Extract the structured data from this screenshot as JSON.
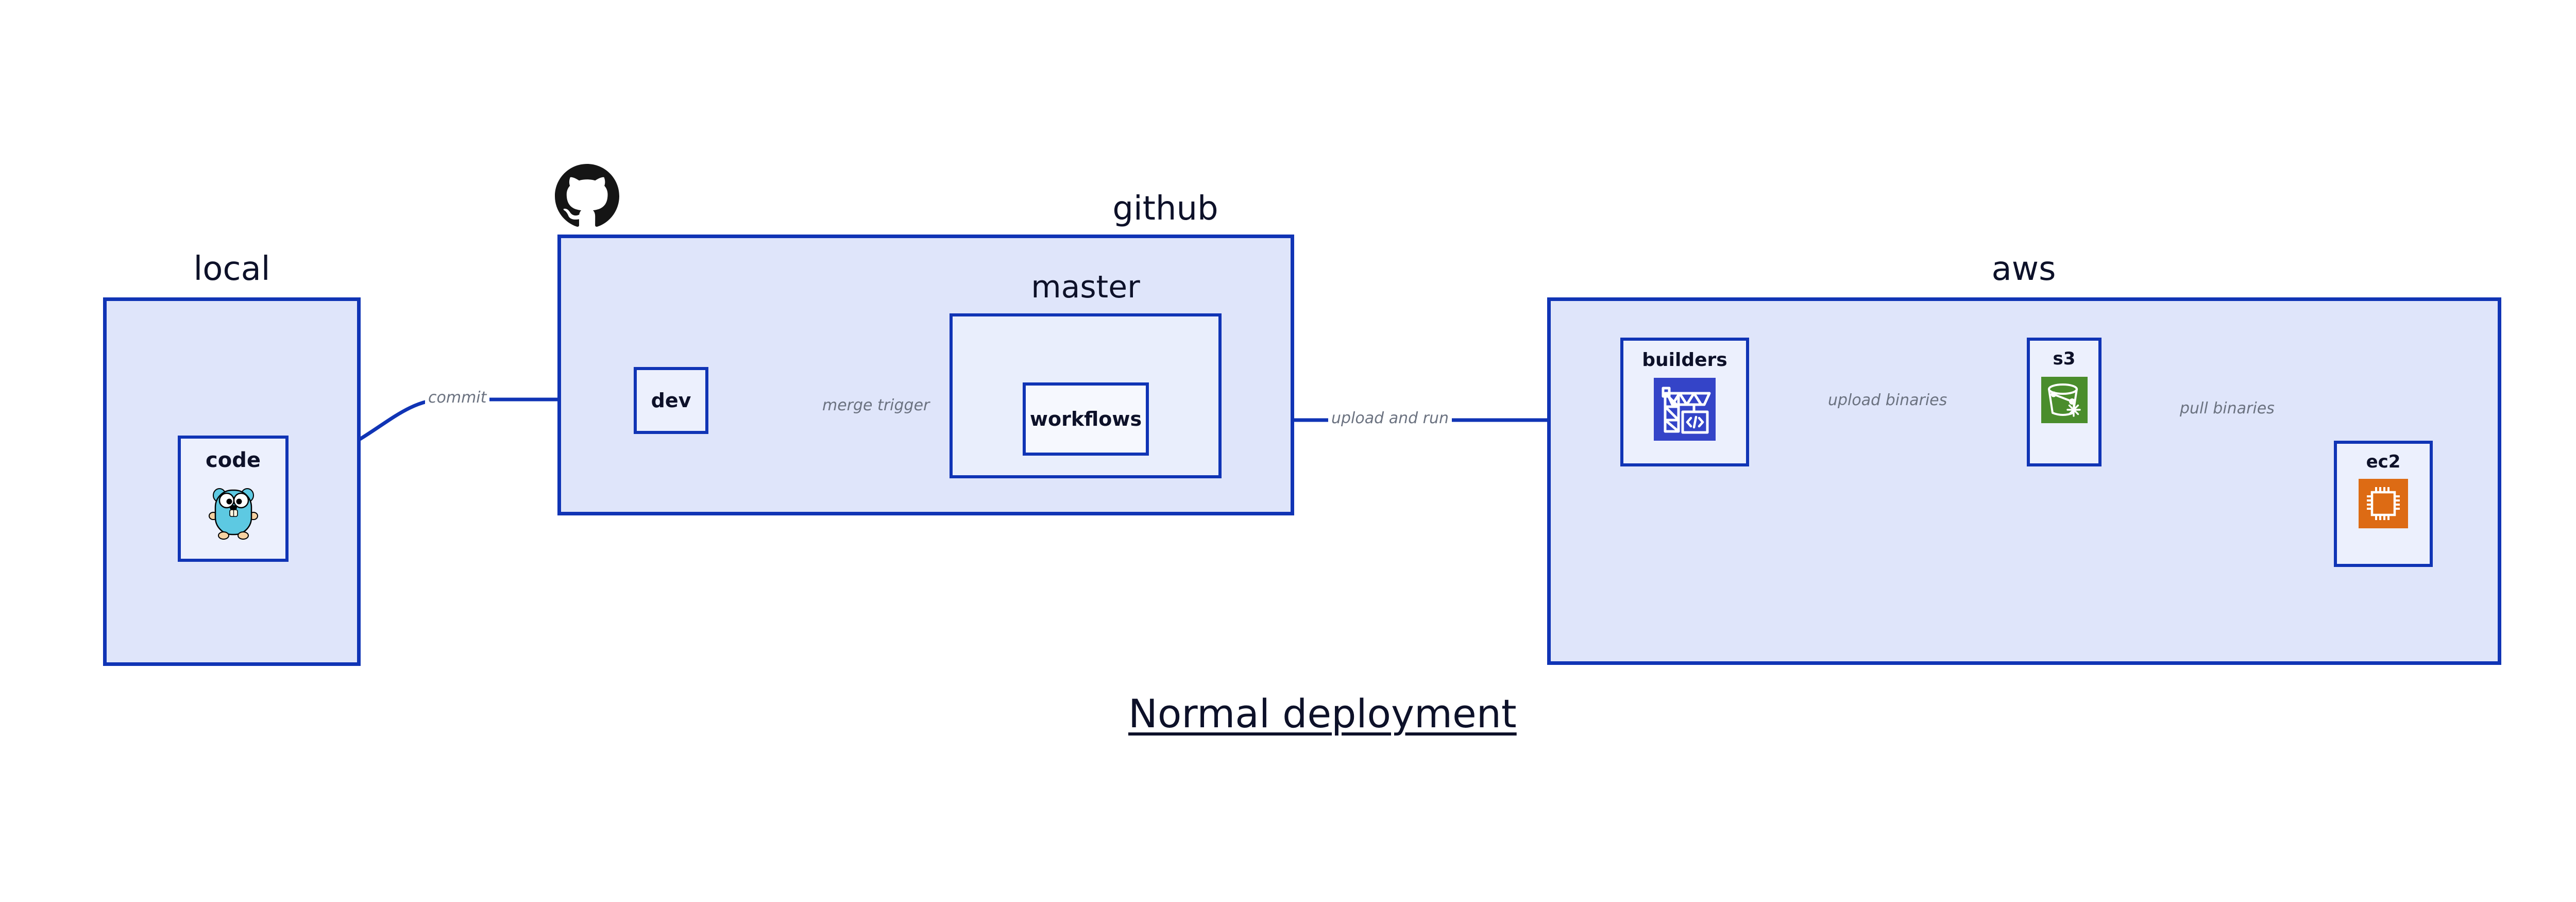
{
  "diagram": {
    "title": "Normal deployment",
    "accent_border": "#1034b5",
    "group_fill": "#dfe5fa",
    "inner_fill": "#e9eefc",
    "node_fill": "#ecf0fd",
    "edge_label_color": "#6b7280"
  },
  "groups": [
    {
      "id": "local",
      "label": "local"
    },
    {
      "id": "github",
      "label": "github"
    },
    {
      "id": "master",
      "label": "master"
    },
    {
      "id": "aws",
      "label": "aws"
    }
  ],
  "nodes": [
    {
      "id": "code",
      "label": "code",
      "icon": "go-gopher-icon"
    },
    {
      "id": "dev",
      "label": "dev",
      "icon": "none"
    },
    {
      "id": "workflows",
      "label": "workflows",
      "icon": "none"
    },
    {
      "id": "builders",
      "label": "builders",
      "icon": "aws-codebuild-crane-icon",
      "icon_color": "#3444c8"
    },
    {
      "id": "s3",
      "label": "s3",
      "icon": "aws-s3-bucket-icon",
      "icon_color": "#4a8d2c"
    },
    {
      "id": "ec2",
      "label": "ec2",
      "icon": "aws-ec2-chip-icon",
      "icon_color": "#dd6b14"
    }
  ],
  "edges": [
    {
      "id": "commit",
      "label": "commit",
      "from": "code",
      "to": "dev"
    },
    {
      "id": "merge-trigger",
      "label": "merge trigger",
      "from": "dev",
      "to": "workflows"
    },
    {
      "id": "upload-and-run",
      "label": "upload and run",
      "from": "workflows",
      "to": "builders"
    },
    {
      "id": "upload-binaries",
      "label": "upload binaries",
      "from": "builders",
      "to": "s3"
    },
    {
      "id": "pull-binaries",
      "label": "pull binaries",
      "from": "s3",
      "to": "ec2"
    }
  ],
  "logo": {
    "name": "github-octocat-logo"
  }
}
